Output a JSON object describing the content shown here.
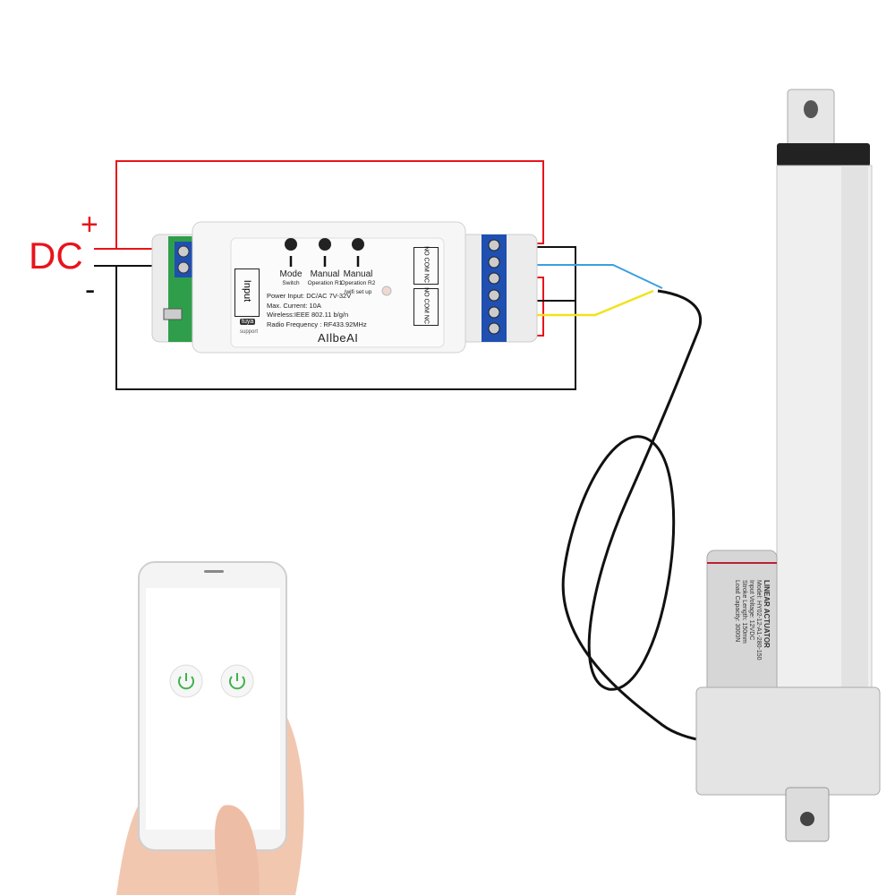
{
  "wiring": {
    "dc_label": "DC",
    "plus_label": "+",
    "minus_label": "-",
    "colors": {
      "positive": "#e8141b",
      "negative": "#111111",
      "blue": "#3aa0e0",
      "yellow": "#f2e21a"
    }
  },
  "module": {
    "input_label": "Input",
    "buttons": [
      {
        "title": "Mode",
        "subtitle": "Switch"
      },
      {
        "title": "Manual",
        "subtitle": "Operation R1"
      },
      {
        "title": "Manual",
        "subtitle": "Operation R2 /wifi set up"
      }
    ],
    "specs": [
      "Power Input:  DC/AC 7V-32V",
      "Max. Current:  10A",
      "Wireless:IEEE  802.11 b/g/n",
      "Radio Frequency : RF433.92MHz"
    ],
    "brand": "AIlbeAI",
    "badge": "tuya",
    "badge_sub": "support",
    "relay_labels": [
      "NO COM NC",
      "NO COM NC"
    ]
  },
  "actuator": {
    "title": "LINEAR ACTUATOR",
    "lines": [
      "Model: HY02-12-A1-280-150",
      "Input Voltage:   12VDC",
      "Stroke Length:   150mm",
      "Load Capacity:   3000N"
    ]
  },
  "phone": {
    "switches": [
      {
        "icon": "power-icon",
        "state": "on"
      },
      {
        "icon": "power-icon",
        "state": "on"
      }
    ]
  }
}
